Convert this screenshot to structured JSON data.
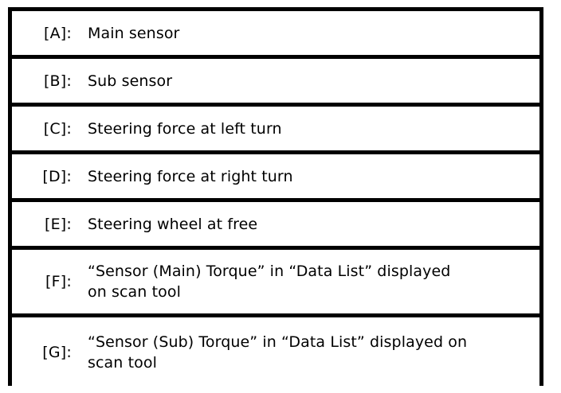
{
  "legend": {
    "rows": [
      {
        "key": "[A]:",
        "description": "Main sensor"
      },
      {
        "key": "[B]:",
        "description": "Sub sensor"
      },
      {
        "key": "[C]:",
        "description": "Steering force at left turn"
      },
      {
        "key": "[D]:",
        "description": "Steering force at right turn"
      },
      {
        "key": "[E]:",
        "description": "Steering wheel at free"
      },
      {
        "key": "[F]:",
        "description": "“Sensor (Main) Torque” in “Data List” displayed\non scan tool"
      },
      {
        "key": "[G]:",
        "description": "“Sensor (Sub) Torque” in “Data List” displayed on\nscan tool"
      }
    ]
  },
  "colors": {
    "border": "#000000",
    "background": "#ffffff",
    "text": "#000000"
  }
}
